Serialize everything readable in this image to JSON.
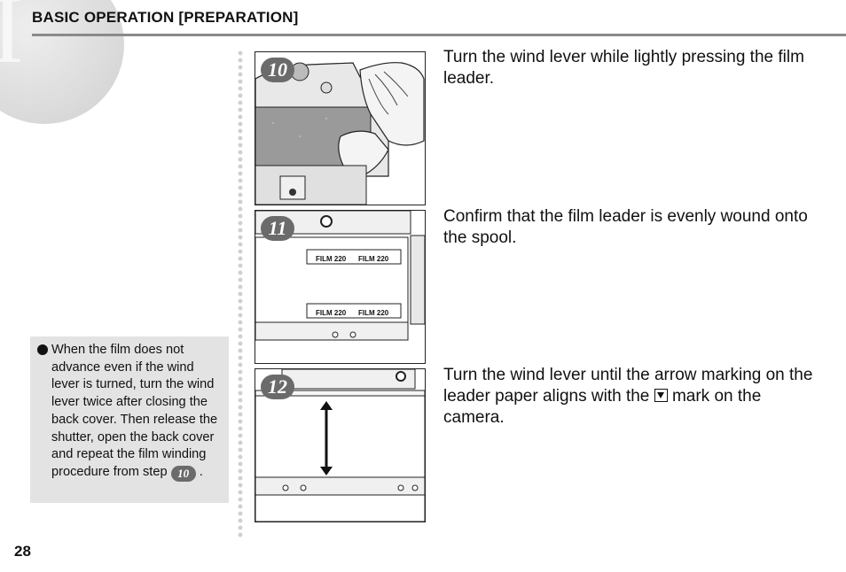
{
  "header": {
    "title": "BASIC OPERATION [PREPARATION]",
    "chapter_numeral": "I"
  },
  "steps": [
    {
      "number": "10",
      "text": "Turn the wind lever while lightly pressing the film leader."
    },
    {
      "number": "11",
      "text": "Confirm that the film leader is evenly wound onto the spool."
    },
    {
      "number": "12",
      "text_before_icon": "Turn the wind lever until the arrow marking on the leader paper aligns with the",
      "text_after_icon": "mark on the camera."
    }
  ],
  "figure_11": {
    "strip_top_left": "FILM 220",
    "strip_top_right": "FILM 220",
    "strip_bottom_left": "FILM 220",
    "strip_bottom_right": "FILM 220"
  },
  "note": {
    "text": "When the film does not advance even if the wind lever is turned, turn the wind lever twice after closing the back cover. Then release the shutter, open the back cover and repeat the film winding procedure from step",
    "step_ref": "10",
    "end": "."
  },
  "footer": {
    "page_number": "28"
  },
  "colors": {
    "rule": "#8a8a8a",
    "note_bg": "#e3e3e3",
    "badge": "#6b6b6b"
  },
  "icons": [
    "down-triangle-mark-icon",
    "bullet-icon"
  ]
}
